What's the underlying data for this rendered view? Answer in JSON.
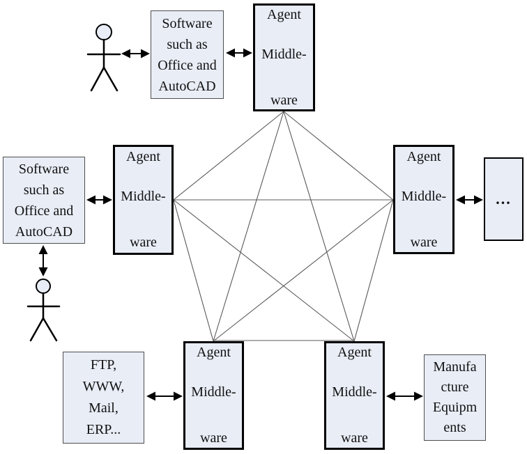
{
  "diagram": {
    "description": "Peer-to-peer agent middleware architecture with five fully interconnected Agent Middleware nodes, user actors and attached applications",
    "colors": {
      "background": "#ffffff",
      "box_fill": "#e9edf6",
      "agent_box_border": "#000000",
      "peripheral_box_border": "#4d4d4d",
      "link_line": "#5a5a5a",
      "arrow": "#000000"
    },
    "nodes": {
      "software_top": {
        "label": "Software\nsuch as\nOffice and\nAutoCAD"
      },
      "agent_top": {
        "lines": [
          "Agent",
          "Middle-",
          "ware"
        ]
      },
      "software_left": {
        "label": "Software\nsuch as\nOffice and\nAutoCAD"
      },
      "agent_left": {
        "lines": [
          "Agent",
          "Middle-",
          "ware"
        ]
      },
      "agent_right": {
        "lines": [
          "Agent",
          "Middle-",
          "ware"
        ]
      },
      "more_peers": {
        "label": "..."
      },
      "network_services": {
        "label": "FTP,\nWWW,\nMail,\nERP..."
      },
      "agent_bottom_left": {
        "lines": [
          "Agent",
          "Middle-",
          "ware"
        ]
      },
      "agent_bottom_right": {
        "lines": [
          "Agent",
          "Middle-",
          "ware"
        ]
      },
      "manufacture_equipments": {
        "label": "Manufa\ncture\nEquipm\nents"
      }
    },
    "actors": [
      {
        "id": "user-top",
        "description": "stick-figure user linked to top software box"
      },
      {
        "id": "user-left",
        "description": "stick-figure user linked to left software box"
      }
    ],
    "edges": [
      [
        "agent_top",
        "agent_left"
      ],
      [
        "agent_top",
        "agent_right"
      ],
      [
        "agent_top",
        "agent_bottom_left"
      ],
      [
        "agent_top",
        "agent_bottom_right"
      ],
      [
        "agent_left",
        "agent_right"
      ],
      [
        "agent_left",
        "agent_bottom_left"
      ],
      [
        "agent_left",
        "agent_bottom_right"
      ],
      [
        "agent_right",
        "agent_bottom_left"
      ],
      [
        "agent_right",
        "agent_bottom_right"
      ],
      [
        "agent_bottom_left",
        "agent_bottom_right"
      ]
    ],
    "double_arrows": [
      [
        "user-top",
        "software_top"
      ],
      [
        "software_top",
        "agent_top"
      ],
      [
        "software_left",
        "agent_left"
      ],
      [
        "agent_right",
        "more_peers"
      ],
      [
        "network_services",
        "agent_bottom_left"
      ],
      [
        "agent_bottom_right",
        "manufacture_equipments"
      ],
      [
        "software_left",
        "user-left"
      ]
    ]
  }
}
